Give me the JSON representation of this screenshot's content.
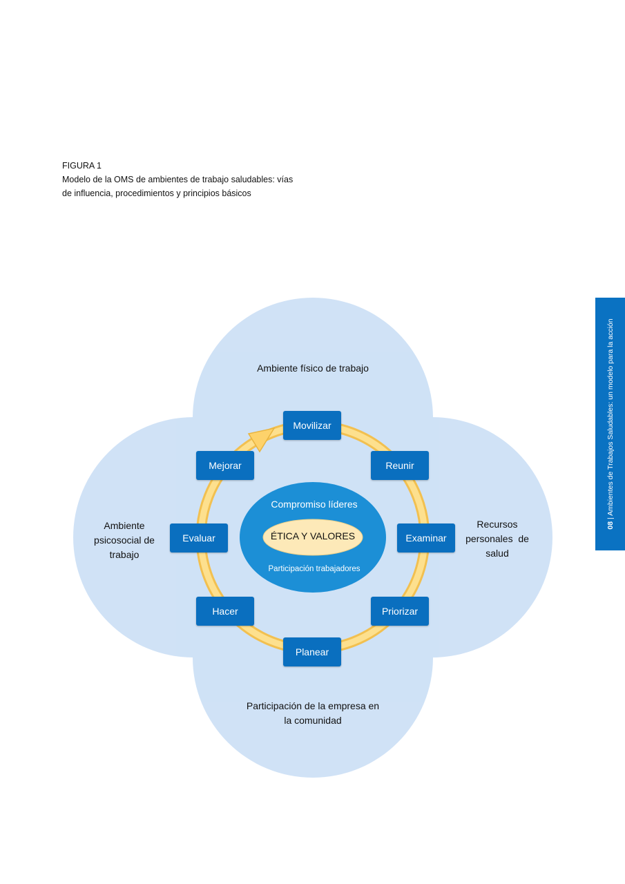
{
  "caption": {
    "figure": "FIGURA 1",
    "line1": "Modelo de la OMS de ambientes de trabajo saludables: vías",
    "line2": "de influencia, procedimientos y principios básicos"
  },
  "sidebar": {
    "page_number": "08",
    "separator": "|",
    "running_title": "Ambientes de Trabajos Saludables: un modelo para la acción"
  },
  "avenues": {
    "top": "Ambiente físico de trabajo",
    "left": [
      "Ambiente",
      "psicosocial de",
      "trabajo"
    ],
    "right": [
      "Recursos",
      "personales  de",
      "salud"
    ],
    "bottom": [
      "Participación de la empresa en",
      "la comunidad"
    ]
  },
  "steps": {
    "movilizar": "Movilizar",
    "reunir": "Reunir",
    "examinar": "Examinar",
    "priorizar": "Priorizar",
    "planear": "Planear",
    "hacer": "Hacer",
    "evaluar": "Evaluar",
    "mejorar": "Mejorar"
  },
  "core": {
    "leaders": "Compromiso líderes",
    "ethics": "ÉTICA Y VALORES",
    "workers": "Participación trabajadores"
  },
  "colors": {
    "circle_fill": "#cfe2f5",
    "step_box": "#0a6fbf",
    "ring": "#fdd26b",
    "center": "#1c8fd6",
    "oval": "#fde9b8",
    "sidebar": "#0a72c2"
  }
}
